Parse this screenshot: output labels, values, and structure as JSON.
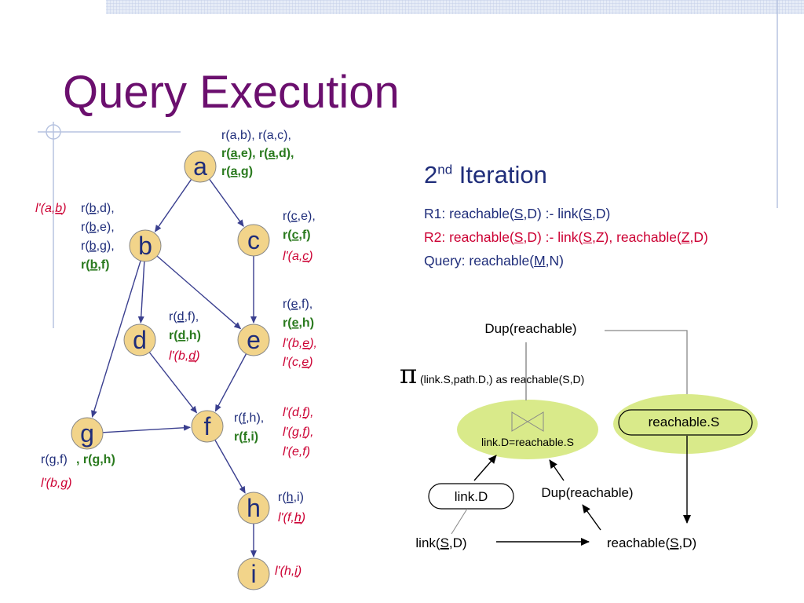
{
  "slide": {
    "title": "Query Execution",
    "iteration": {
      "number": "2",
      "suffix": "nd",
      "word": "Iteration"
    },
    "rules": [
      {
        "id": "r1",
        "color": "#1f2d7a",
        "parts": [
          "R1: reachable(",
          "S",
          ",D) :- link(",
          "S",
          ",D)"
        ]
      },
      {
        "id": "r2",
        "color": "#cc0033",
        "parts": [
          "R2: reachable(",
          "S",
          ",D) :- link(",
          "S",
          ",Z), reachable(",
          "Z",
          ",D)"
        ]
      },
      {
        "id": "query",
        "color": "#1f2d7a",
        "parts": [
          "Query: reachable(",
          "M",
          ",N)"
        ]
      }
    ]
  },
  "colors": {
    "title": "#6b0f6e",
    "node_fill": "#f2d48a",
    "edge": "#3a3f8f",
    "blue_text": "#1f2d7a",
    "green_text": "#2a7a1e",
    "red_text": "#cc0033",
    "ellipse_fill": "#d9ea8a"
  },
  "graph": {
    "nodes": [
      {
        "id": "a",
        "label": "a"
      },
      {
        "id": "b",
        "label": "b"
      },
      {
        "id": "c",
        "label": "c"
      },
      {
        "id": "d",
        "label": "d"
      },
      {
        "id": "e",
        "label": "e"
      },
      {
        "id": "f",
        "label": "f"
      },
      {
        "id": "g",
        "label": "g"
      },
      {
        "id": "h",
        "label": "h"
      },
      {
        "id": "i",
        "label": "i"
      }
    ],
    "edges": [
      [
        "a",
        "b"
      ],
      [
        "a",
        "c"
      ],
      [
        "b",
        "d"
      ],
      [
        "b",
        "e"
      ],
      [
        "b",
        "g"
      ],
      [
        "c",
        "e"
      ],
      [
        "d",
        "f"
      ],
      [
        "e",
        "f"
      ],
      [
        "g",
        "f"
      ],
      [
        "f",
        "h"
      ],
      [
        "h",
        "i"
      ]
    ],
    "annotations": {
      "a": {
        "blue": "r(a,b), r(a,c),",
        "green": [
          "r(a,e), r(a,d),",
          "r(a,g)"
        ]
      },
      "b": {
        "red": "l'(a,b)",
        "blue": [
          "r(b,d),",
          "r(b,e),",
          "r(b,g),"
        ],
        "green": "r(b,f)"
      },
      "c": {
        "blue": "r(c,e),",
        "green": "r(c,f)",
        "red": "l'(a,c)"
      },
      "d": {
        "blue": "r(d,f),",
        "green": "r(d,h)",
        "red": "l'(b,d)"
      },
      "e": {
        "blue": "r(e,f),",
        "green": "r(e,h)",
        "red": [
          "l'(b,e),",
          "l'(c,e)"
        ]
      },
      "f": {
        "blue": "r(f,h),",
        "green": "r(f,i)",
        "red": [
          "l'(d,f),",
          "l'(g,f),",
          "l'(e,f)"
        ]
      },
      "g": {
        "blue": "r(g,f)",
        "green": ", r(g,h)",
        "red": "l'(b,g)"
      },
      "h": {
        "blue": "r(h,i)",
        "red": "l'(f,h)"
      },
      "i": {
        "red": "l'(h,i)"
      }
    }
  },
  "plan": {
    "top": "Dup(reachable)",
    "pi_symbol": "π",
    "projection": "(link.S,path.D,) as reachable(S,D)",
    "join": "link.D=reachable.S",
    "reachable_s": "reachable.S",
    "link_d": "link.D",
    "dup_mid": "Dup(reachable)",
    "link_sd": [
      "link(",
      "S",
      ",D)"
    ],
    "reachable_sd": [
      "reachable(",
      "S",
      ",D)"
    ]
  }
}
